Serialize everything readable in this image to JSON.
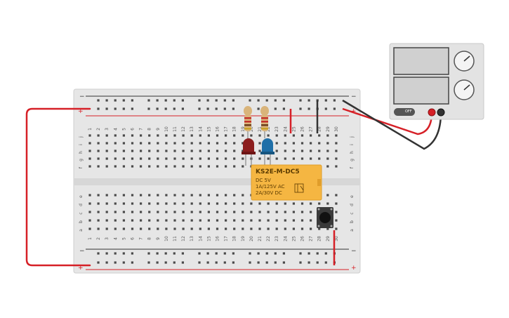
{
  "breadboard": {
    "column_numbers": [
      "1",
      "2",
      "3",
      "4",
      "5",
      "6",
      "7",
      "8",
      "9",
      "10",
      "11",
      "12",
      "13",
      "14",
      "15",
      "16",
      "17",
      "18",
      "19",
      "20",
      "21",
      "22",
      "23",
      "24",
      "25",
      "26",
      "27",
      "28",
      "29",
      "30"
    ],
    "top_row_letters": [
      "j",
      "i",
      "h",
      "g",
      "f"
    ],
    "bottom_row_letters": [
      "e",
      "d",
      "c",
      "b",
      "a"
    ],
    "rail_minus": "−",
    "rail_plus": "+"
  },
  "relay": {
    "model": "KS2E-M-DC5",
    "line1": "DC 5V",
    "line2": "1A/125V AC",
    "line3": "2A/30V DC"
  },
  "power_supply": {
    "off_label": "OFF"
  },
  "colors": {
    "breadboard": "#e6e6e6",
    "wire_red": "#d62027",
    "wire_black": "#333333",
    "relay_body": "#f5b642",
    "led_red": "#8c1e1e",
    "led_blue": "#1f6fa8",
    "supply_body": "#e3e3e3"
  }
}
